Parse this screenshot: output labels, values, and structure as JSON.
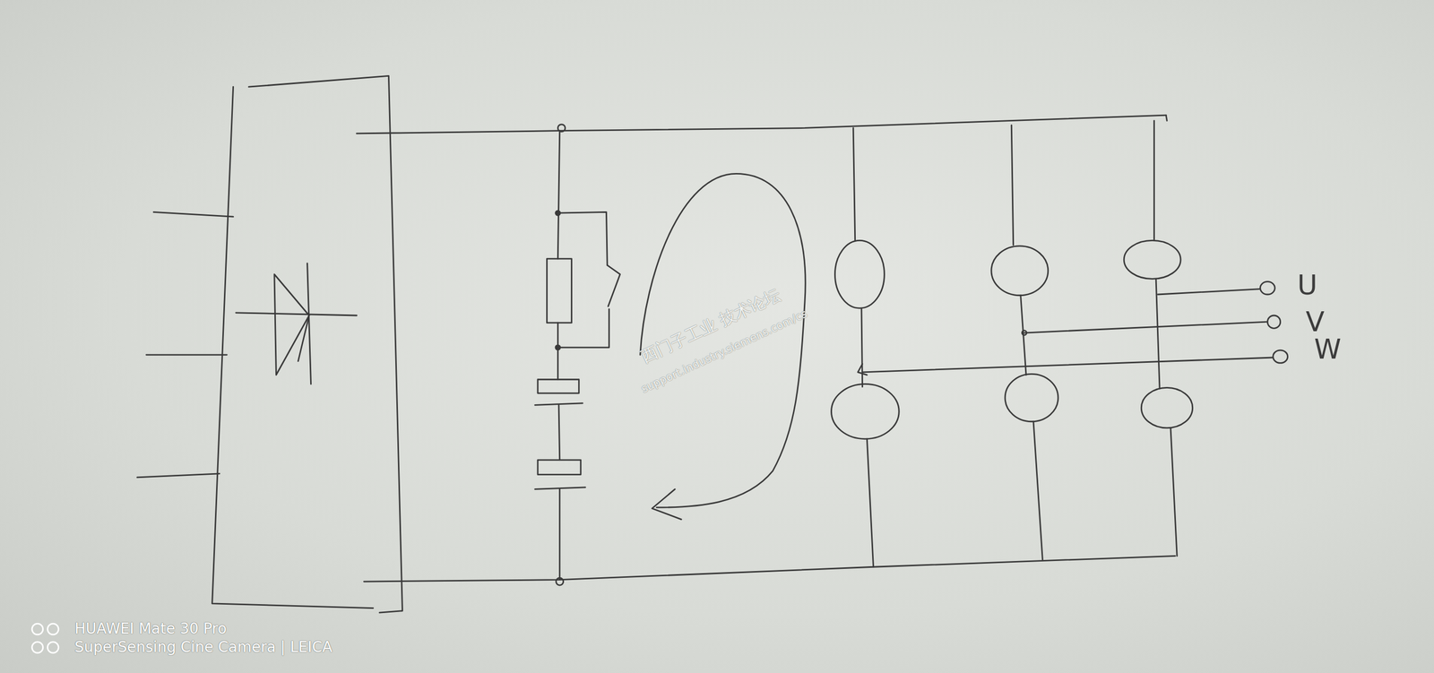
{
  "diagram": {
    "labels": [
      "U",
      "V",
      "W",
      "西门子工业 技术论坛",
      "support.industry.siemens.com/cs",
      "HUAWEI Mate 30 Pro",
      "SuperSensing Cine Camera | LEICA"
    ]
  }
}
